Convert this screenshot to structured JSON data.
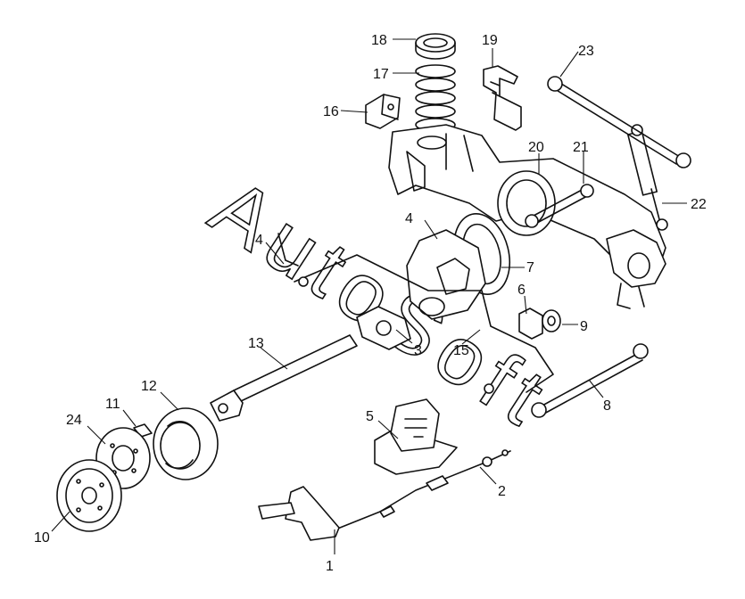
{
  "watermark": "AutoSoft",
  "callouts": [
    {
      "id": "c1",
      "text": "1"
    },
    {
      "id": "c2",
      "text": "2"
    },
    {
      "id": "c3",
      "text": "3"
    },
    {
      "id": "c4a",
      "text": "4"
    },
    {
      "id": "c4b",
      "text": "4"
    },
    {
      "id": "c5",
      "text": "5"
    },
    {
      "id": "c6",
      "text": "6"
    },
    {
      "id": "c7",
      "text": "7"
    },
    {
      "id": "c8",
      "text": "8"
    },
    {
      "id": "c9",
      "text": "9"
    },
    {
      "id": "c10",
      "text": "10"
    },
    {
      "id": "c11",
      "text": "11"
    },
    {
      "id": "c12",
      "text": "12"
    },
    {
      "id": "c13",
      "text": "13"
    },
    {
      "id": "c15",
      "text": "15"
    },
    {
      "id": "c16",
      "text": "16"
    },
    {
      "id": "c17",
      "text": "17"
    },
    {
      "id": "c18",
      "text": "18"
    },
    {
      "id": "c19",
      "text": "19"
    },
    {
      "id": "c20",
      "text": "20"
    },
    {
      "id": "c21",
      "text": "21"
    },
    {
      "id": "c22",
      "text": "22"
    },
    {
      "id": "c23",
      "text": "23"
    },
    {
      "id": "c24",
      "text": "24"
    }
  ]
}
